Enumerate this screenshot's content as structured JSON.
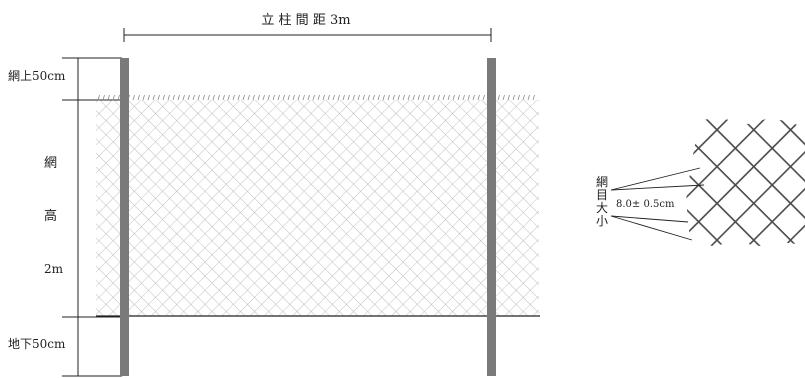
{
  "spacing_label": "立 柱 間 距 3m",
  "above_label": "網上50cm",
  "height_label_chars": [
    "網",
    "高",
    "2m"
  ],
  "below_label": "地下50cm",
  "mesh_label_chars": [
    "網",
    "目",
    "大",
    "小"
  ],
  "mesh_size_label": "8.0± 0.5cm",
  "colors": {
    "post": "#7a7a7a",
    "mesh": "#9a9a9a",
    "line": "#222222",
    "detail_mesh": "#444444"
  }
}
